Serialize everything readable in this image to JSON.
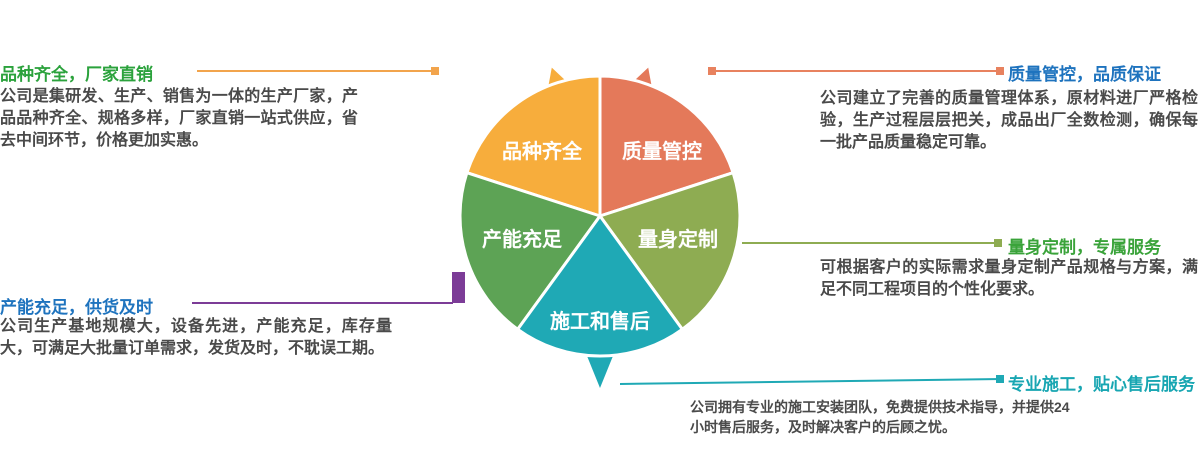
{
  "diagram": {
    "petals": [
      {
        "label": "品种齐全",
        "color": "#F7AD3C"
      },
      {
        "label": "质量管控",
        "color": "#E4795A"
      },
      {
        "label": "产能充足",
        "color": "#5DA355"
      },
      {
        "label": "量身定制",
        "color": "#8EAC52"
      },
      {
        "label": "施工和售后",
        "color": "#1FA9B5"
      }
    ]
  },
  "callouts": {
    "top_left": {
      "title": "品种齐全，厂家直销",
      "title_color": "#2BA23C",
      "line_color": "#F2A44C",
      "body": "公司是集研发、生产、销售为一体的生产厂家，产品品种齐全、规格多样，厂家直销一站式供应，省去中间环节，价格更加实惠。"
    },
    "top_right": {
      "title": "质量管控，品质保证",
      "title_color": "#1E73BE",
      "line_color": "#E8825F",
      "body": "公司建立了完善的质量管理体系，原材料进厂严格检验，生产过程层层把关，成品出厂全数检测，确保每一批产品质量稳定可靠。"
    },
    "mid_left": {
      "title": "产能充足，供货及时",
      "title_color": "#1E73BE",
      "line_color": "#7C3C97",
      "body": "公司生产基地规模大，设备先进，产能充足，库存量大，可满足大批量订单需求，发货及时，不耽误工期。"
    },
    "mid_right": {
      "title": "量身定制，专属服务",
      "title_color": "#3AA33A",
      "line_color": "#8EAC52",
      "body": "可根据客户的实际需求量身定制产品规格与方案，满足不同工程项目的个性化要求。"
    },
    "bottom": {
      "title": "专业施工，贴心售后服务",
      "title_color": "#18A6B2",
      "line_color": "#1FA9B5",
      "body_line1": "公司拥有专业的施工安装团队，免费提供技术指导，并提供24",
      "body_line2": "小时售后服务，及时解决客户的后顾之忧。"
    }
  },
  "body_text_color": "#4A4A4A"
}
